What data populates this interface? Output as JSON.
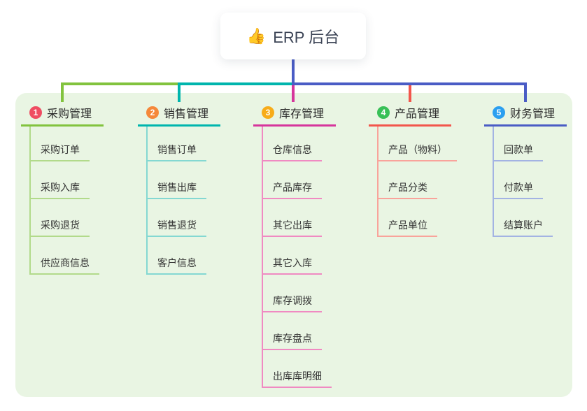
{
  "root": {
    "emoji": "👍",
    "label": "ERP 后台"
  },
  "colors": {
    "page-bg": "#ffffff",
    "panel-bg": "#e9f5e3",
    "trunk": "#4a5cc5",
    "root-text": "#3c4456",
    "text": "#333333",
    "b1": "#82c33e",
    "b1l": "#b2da8b",
    "badge1": "#ef4d62",
    "b2": "#00b5ad",
    "b2l": "#84d8d2",
    "badge2": "#f5883a",
    "b3": "#d6359c",
    "b3l": "#f08ac2",
    "badge3": "#f7ac19",
    "b4": "#f2564c",
    "b4l": "#f9a39b",
    "badge4": "#38c057",
    "b5": "#4a5cc5",
    "b5l": "#a3b3e3",
    "badge5": "#2b9ff0"
  },
  "branches": [
    {
      "index": "1",
      "label": "采购管理",
      "children": [
        {
          "label": "采购订单"
        },
        {
          "label": "采购入库"
        },
        {
          "label": "采购退货"
        },
        {
          "label": "供应商信息"
        }
      ]
    },
    {
      "index": "2",
      "label": "销售管理",
      "children": [
        {
          "label": "销售订单"
        },
        {
          "label": "销售出库"
        },
        {
          "label": "销售退货"
        },
        {
          "label": "客户信息"
        }
      ]
    },
    {
      "index": "3",
      "label": "库存管理",
      "children": [
        {
          "label": "仓库信息"
        },
        {
          "label": "产品库存"
        },
        {
          "label": "其它出库"
        },
        {
          "label": "其它入库"
        },
        {
          "label": "库存调拨"
        },
        {
          "label": "库存盘点"
        },
        {
          "label": "出库库明细"
        }
      ]
    },
    {
      "index": "4",
      "label": "产品管理",
      "children": [
        {
          "label": "产品（物料）"
        },
        {
          "label": "产品分类"
        },
        {
          "label": "产品单位"
        }
      ]
    },
    {
      "index": "5",
      "label": "财务管理",
      "children": [
        {
          "label": "回款单"
        },
        {
          "label": "付款单"
        },
        {
          "label": "结算账户"
        }
      ]
    }
  ]
}
